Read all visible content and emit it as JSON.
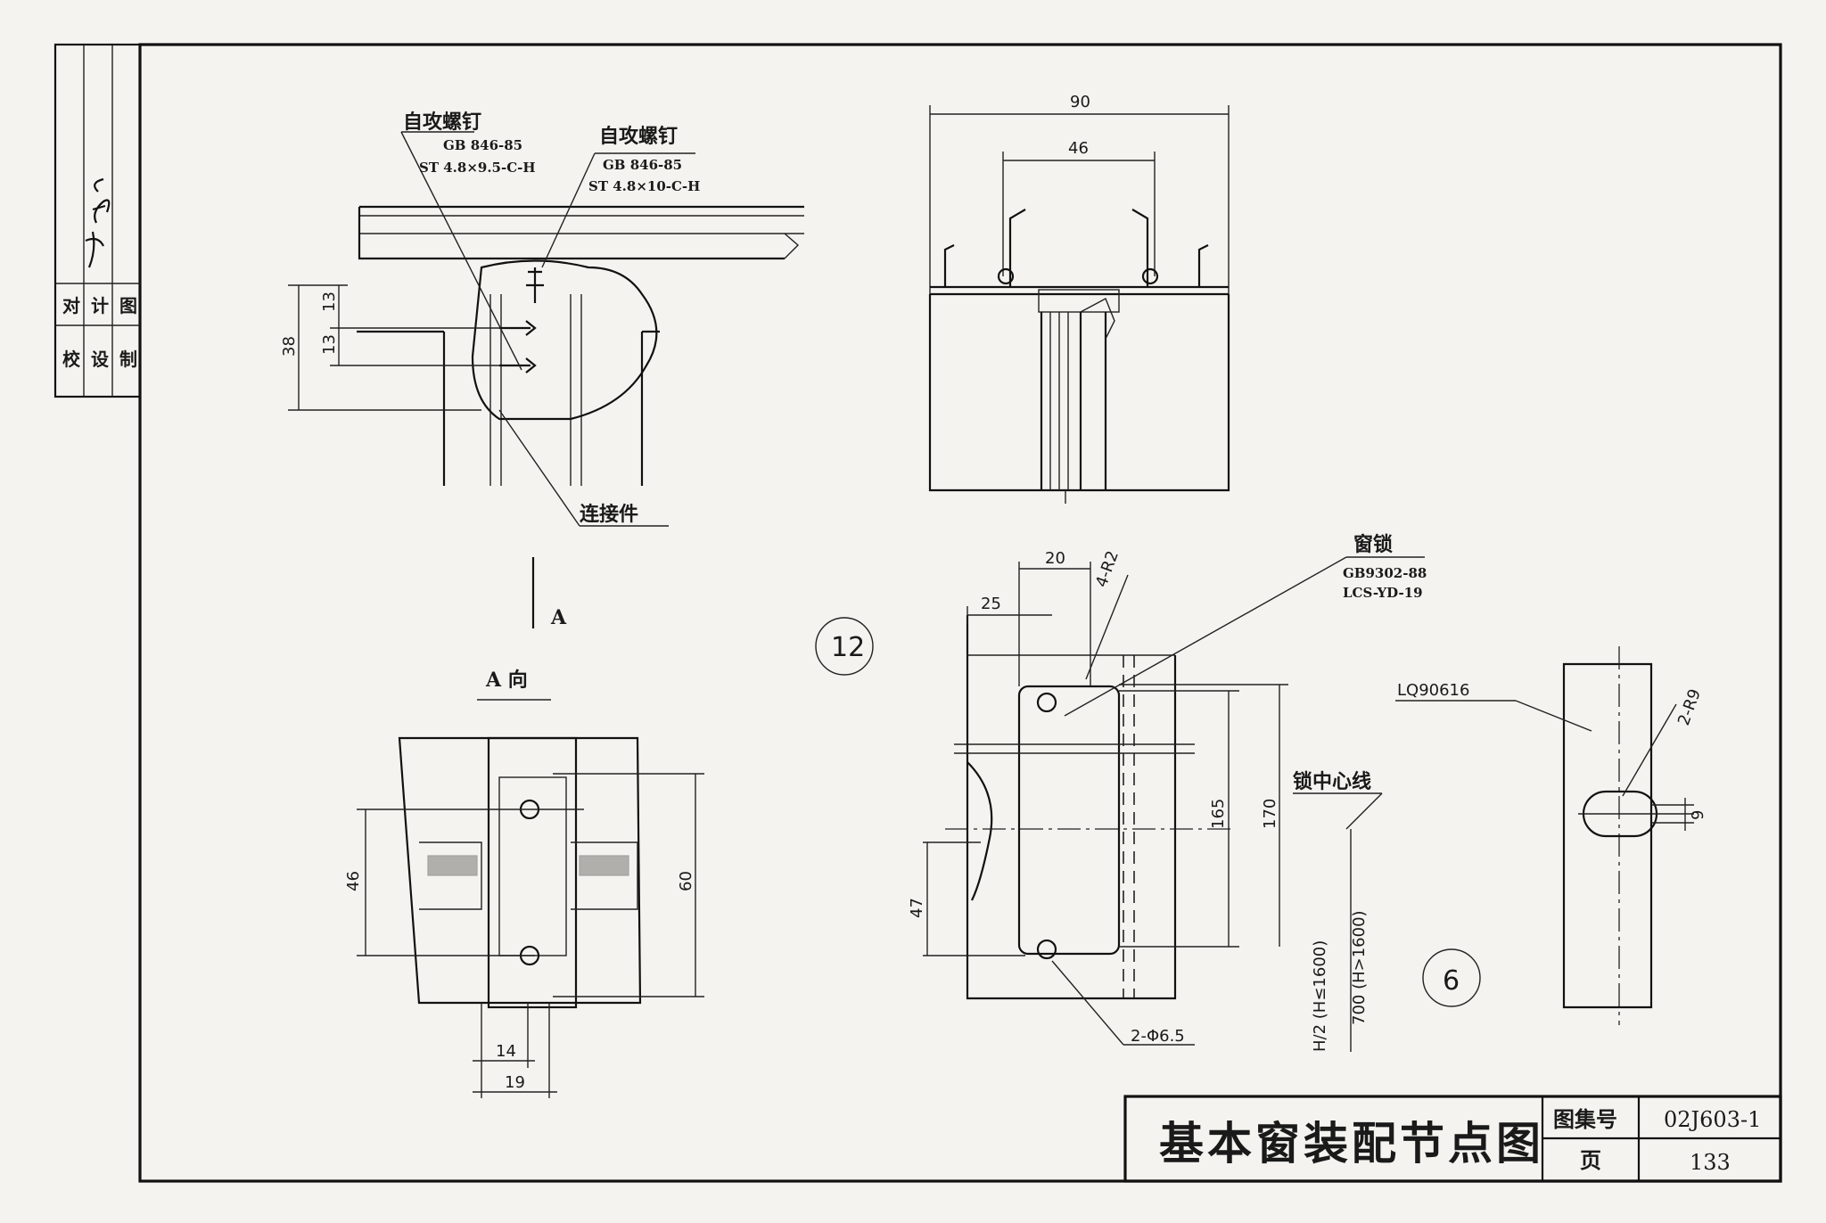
{
  "title_block": {
    "drawing_title": "基本窗装配节点图",
    "atlas_label": "图集号",
    "atlas_value": "02J603-1",
    "page_label": "页",
    "page_value": "133"
  },
  "approval_strip": {
    "check_label": "校",
    "check_label2": "对",
    "design_label": "设",
    "design_label2": "计",
    "draw_label": "制",
    "draw_label2": "图"
  },
  "detail_top_left": {
    "screw1_name": "自攻螺钉",
    "screw1_std": "GB 846-85",
    "screw1_spec": "ST 4.8×9.5-C-H",
    "screw2_name": "自攻螺钉",
    "screw2_std": "GB 846-85",
    "screw2_spec": "ST 4.8×10-C-H",
    "connector_label": "连接件",
    "dims": {
      "d38": "38",
      "d13a": "13",
      "d13b": "13"
    },
    "section_mark": "A"
  },
  "detail_top_right": {
    "dims": {
      "d90": "90",
      "d46": "46"
    }
  },
  "detail_a_view": {
    "view_label": "A 向",
    "dims": {
      "d46": "46",
      "d60": "60",
      "d14": "14",
      "d19": "19"
    }
  },
  "callouts": {
    "detail_12": "12",
    "detail_6": "6"
  },
  "detail_lock": {
    "lock_name": "窗锁",
    "lock_std": "GB9302-88",
    "lock_model": "LCS-YD-19",
    "lock_centerline": "锁中心线",
    "holes": "2-Φ6.5",
    "dims": {
      "d20": "20",
      "d25": "25",
      "r2": "4-R2",
      "d165": "165",
      "d170": "170",
      "d47": "47",
      "h_half": "H/2 (H≤1600)",
      "h_700": "700 (H>1600)"
    }
  },
  "detail_slot": {
    "profile": "LQ90616",
    "r9": "2-R9",
    "d9": "9"
  }
}
